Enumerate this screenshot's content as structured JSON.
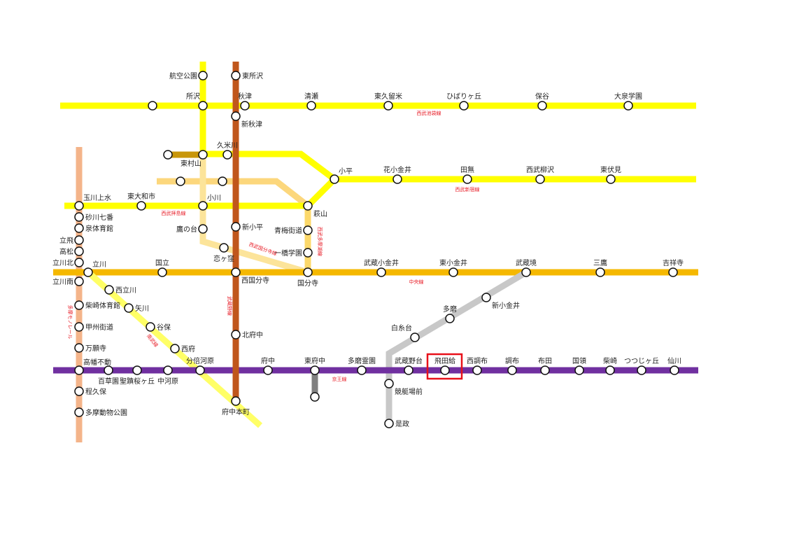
{
  "colors": {
    "seibu_yellow": "#ffff00",
    "chuo": "#f5b800",
    "keio": "#7030a0",
    "musashino": "#c0561c",
    "monorail": "#f4b48a",
    "nambu": "#ffff66",
    "tamagawa": "#c8c8c8",
    "highlight": "#e8101a",
    "label_red": "#e8202a"
  },
  "line_labels": [
    "西武池袋線",
    "西武新宿線",
    "西武拝島線",
    "西武国分寺線",
    "西武多摩湖線",
    "中央線",
    "京王線",
    "武蔵野線",
    "南武線",
    "多摩モノレール"
  ],
  "stations": [
    "",
    "所沢",
    "秋津",
    "清瀬",
    "東久留米",
    "ひばりヶ丘",
    "保谷",
    "大泉学園",
    "航空公園",
    "東所沢",
    "新秋津",
    "",
    "東村山",
    "久米川",
    "小平",
    "花小金井",
    "田無",
    "西武柳沢",
    "東伏見",
    "",
    "",
    "玉川上水",
    "東大和市",
    "小川",
    "萩山",
    "鷹の台",
    "新小平",
    "青梅街道",
    "一橋学園",
    "恋ヶ窪",
    "砂川七番",
    "泉体育館",
    "立飛",
    "高松",
    "立川北",
    "立川南",
    "柴崎体育館",
    "甲州街道",
    "万願寺",
    "高幡不動",
    "程久保",
    "多摩動物公園",
    "立川",
    "国立",
    "西国分寺",
    "国分寺",
    "武蔵小金井",
    "東小金井",
    "武蔵境",
    "三鷹",
    "吉祥寺",
    "西立川",
    "矢川",
    "谷保",
    "西府",
    "分倍河原",
    "北府中",
    "府中本町",
    "百草園",
    "聖蹟桜ヶ丘",
    "中河原",
    "府中",
    "東府中",
    "多磨霊園",
    "武蔵野台",
    "飛田給",
    "西調布",
    "調布",
    "布田",
    "国領",
    "柴崎",
    "つつじヶ丘",
    "仙川",
    "",
    "新小金井",
    "多磨",
    "白糸台",
    "競艇場前",
    "是政"
  ],
  "highlighted_station": "飛田給"
}
